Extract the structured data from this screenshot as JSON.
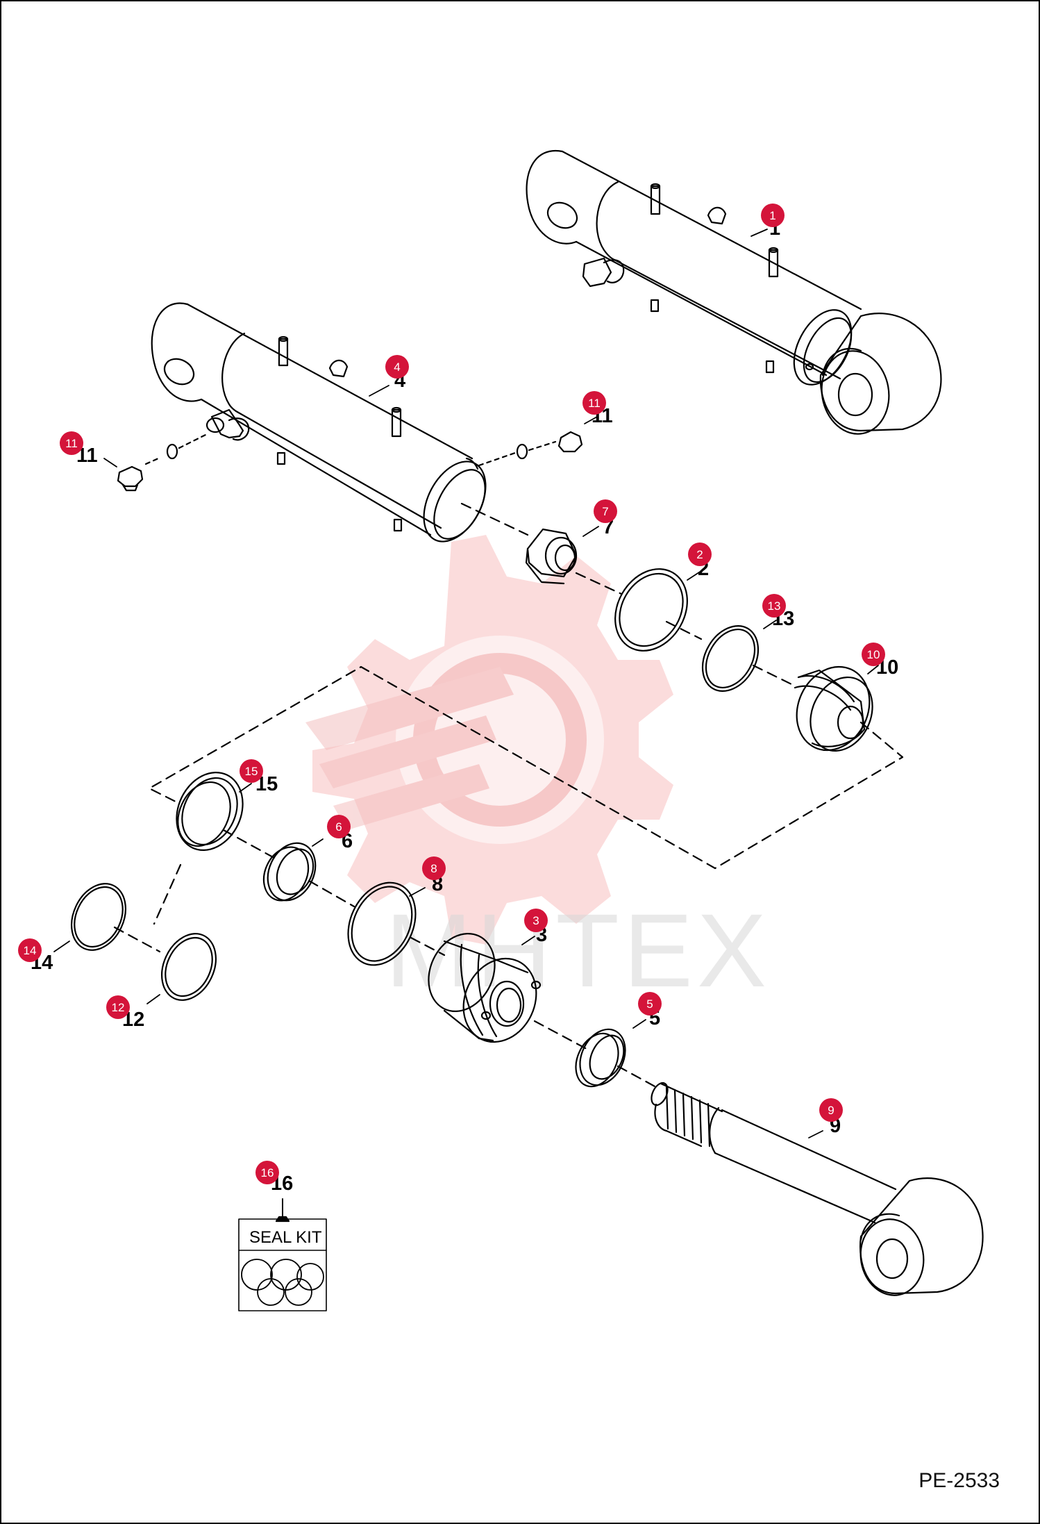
{
  "document": {
    "reference_code": "PE-2533"
  },
  "seal_kit": {
    "label": "SEAL KIT"
  },
  "watermark": {
    "text": "MHTEX",
    "color": "#f2b8b8"
  },
  "badge_color": "#d4143a",
  "callouts": [
    {
      "id": "p1",
      "number": "1"
    },
    {
      "id": "p4",
      "number": "4"
    },
    {
      "id": "p11a",
      "number": "11"
    },
    {
      "id": "p11b",
      "number": "11"
    },
    {
      "id": "p7",
      "number": "7"
    },
    {
      "id": "p2",
      "number": "2"
    },
    {
      "id": "p13",
      "number": "13"
    },
    {
      "id": "p10",
      "number": "10"
    },
    {
      "id": "p15",
      "number": "15"
    },
    {
      "id": "p6",
      "number": "6"
    },
    {
      "id": "p8",
      "number": "8"
    },
    {
      "id": "p3",
      "number": "3"
    },
    {
      "id": "p14",
      "number": "14"
    },
    {
      "id": "p12",
      "number": "12"
    },
    {
      "id": "p5",
      "number": "5"
    },
    {
      "id": "p9",
      "number": "9"
    },
    {
      "id": "p16",
      "number": "16"
    }
  ]
}
